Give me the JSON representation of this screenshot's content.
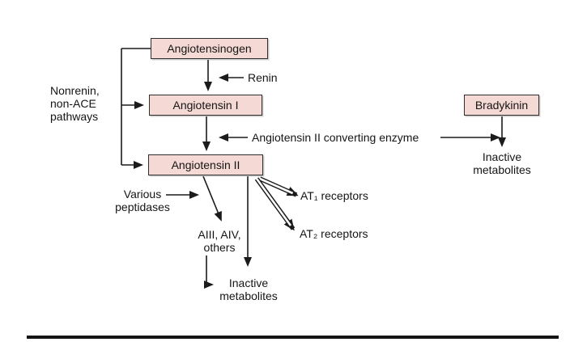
{
  "colors": {
    "page_bg": "#ffffff",
    "box_fill": "#f5d9d4",
    "box_border": "#2e2e2e",
    "line_color": "#1b1b1b",
    "text_color": "#151515"
  },
  "boxes": {
    "angiotensinogen": "Angiotensinogen",
    "angiotensin_i": "Angiotensin I",
    "angiotensin_ii": "Angiotensin II",
    "bradykinin": "Bradykinin"
  },
  "labels": {
    "renin": "Renin",
    "converting_enzyme": "Angiotensin II converting enzyme",
    "nonrenin_pathways": "Nonrenin,\nnon-ACE\npathways",
    "various_peptidases": "Various\npeptidases",
    "aiii_aiv_others": "AIII, AIV,\nothers",
    "inactive_metabolites_bottom": "Inactive\nmetabolites",
    "inactive_metabolites_right": "Inactive\nmetabolites",
    "at1_receptors": "AT₁ receptors",
    "at2_receptors": "AT₂ receptors"
  }
}
